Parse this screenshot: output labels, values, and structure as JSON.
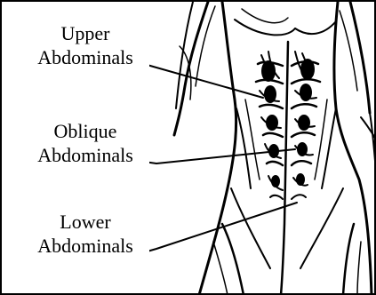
{
  "labels": {
    "upper": {
      "line1": "Upper",
      "line2": "Abdominals"
    },
    "oblique": {
      "line1": "Oblique",
      "line2": "Abdominals"
    },
    "lower": {
      "line1": "Lower",
      "line2": "Abdominals"
    }
  },
  "colors": {
    "ink": "#000000",
    "paper": "#ffffff"
  }
}
